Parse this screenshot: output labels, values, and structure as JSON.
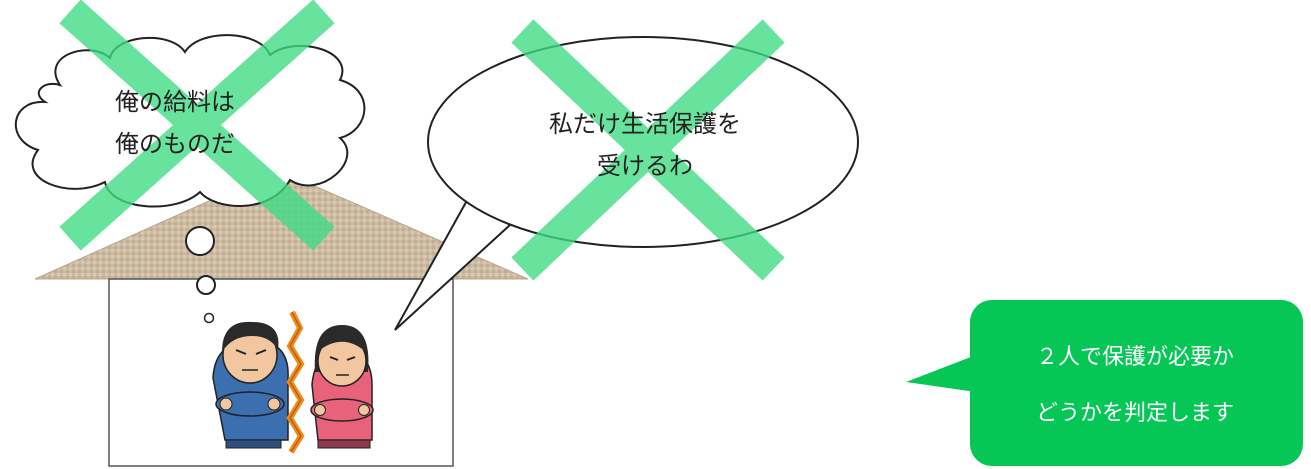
{
  "cloud_bubble": {
    "line1": "俺の給料は",
    "line2": "俺のものだ"
  },
  "oval_bubble": {
    "line1": "私だけ生活保護を",
    "line2": "受けるわ"
  },
  "green_bubble": {
    "line1": "２人で保護が必要か",
    "line2": "どうかを判定します",
    "fill": "#06C755"
  },
  "cross_color": "#3DDC84",
  "roof_color": "#C9B79C"
}
